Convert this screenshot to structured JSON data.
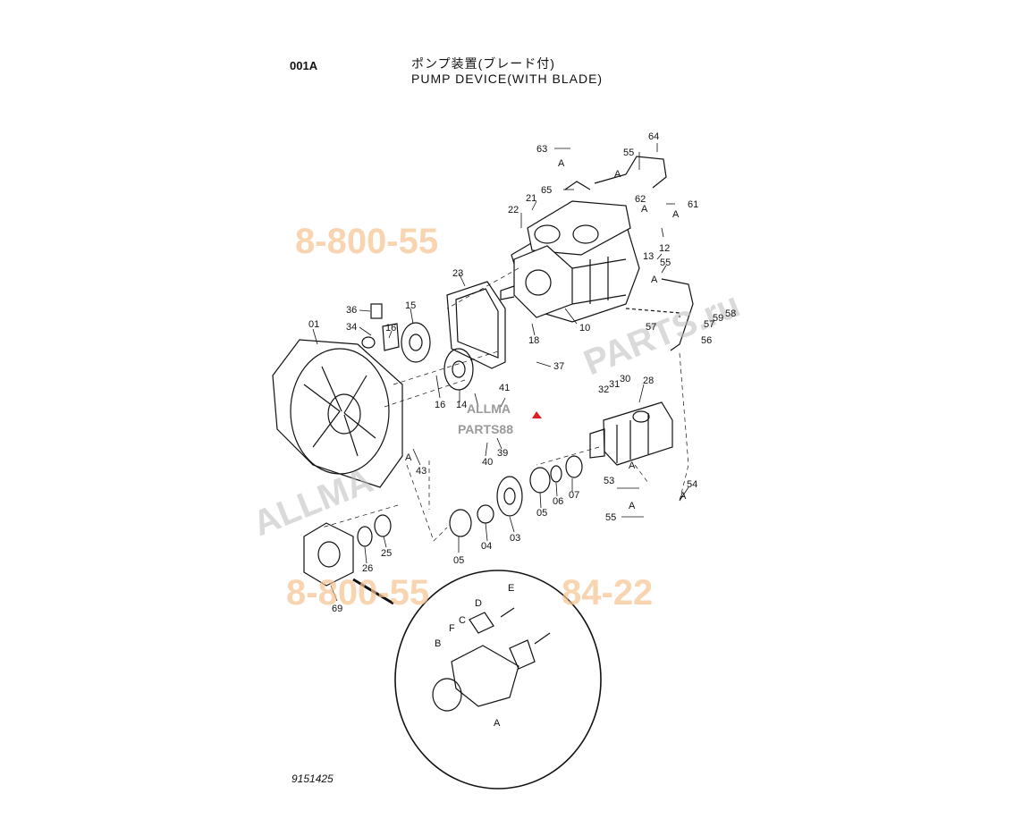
{
  "header": {
    "code": "001A",
    "title_jp": "ポンプ装置(ブレード付)",
    "title_en": "PUMP DEVICE(WITH BLADE)"
  },
  "footer": {
    "drawing_number": "9151425"
  },
  "watermarks": {
    "phone_top": "8-800-55",
    "phone_bottom": "8-800-55",
    "phone_bottom_end": "84-22",
    "site_gray": "ALLMA",
    "site_gray2": "PARTS.ru",
    "logo_top": "ALLMA",
    "logo_bottom": "PARTS88"
  },
  "callouts": {
    "c63": "63",
    "c64": "64",
    "c65": "65",
    "c55a": "55",
    "c62": "62",
    "c61": "61",
    "c21": "21",
    "c22": "22",
    "c12": "12",
    "c13": "13",
    "c55b": "55",
    "c59": "59",
    "c58": "58",
    "c57a": "57",
    "c57b": "57",
    "c56": "56",
    "c23": "23",
    "c10": "10",
    "c18": "18",
    "c37": "37",
    "c36": "36",
    "c34": "34",
    "c15": "15",
    "c16a": "16",
    "c16b": "16",
    "c14": "14",
    "c01": "01",
    "c41": "41",
    "c39": "39",
    "c40": "40",
    "c43": "43",
    "c32": "32",
    "c31": "31",
    "c30": "30",
    "c28": "28",
    "c53": "53",
    "c54": "54",
    "c55c": "55",
    "c07": "07",
    "c06": "06",
    "c05a": "05",
    "c03": "03",
    "c04": "04",
    "c05b": "05",
    "c26": "26",
    "c25": "25",
    "c69": "69",
    "cB": "B",
    "cC": "C",
    "cD": "D",
    "cE": "E",
    "cF": "F",
    "cA": "A",
    "a1": "A",
    "a2": "A",
    "a3": "A",
    "a4": "A",
    "a5": "A",
    "a6": "A",
    "a7": "A",
    "a8": "A",
    "a9": "A"
  }
}
